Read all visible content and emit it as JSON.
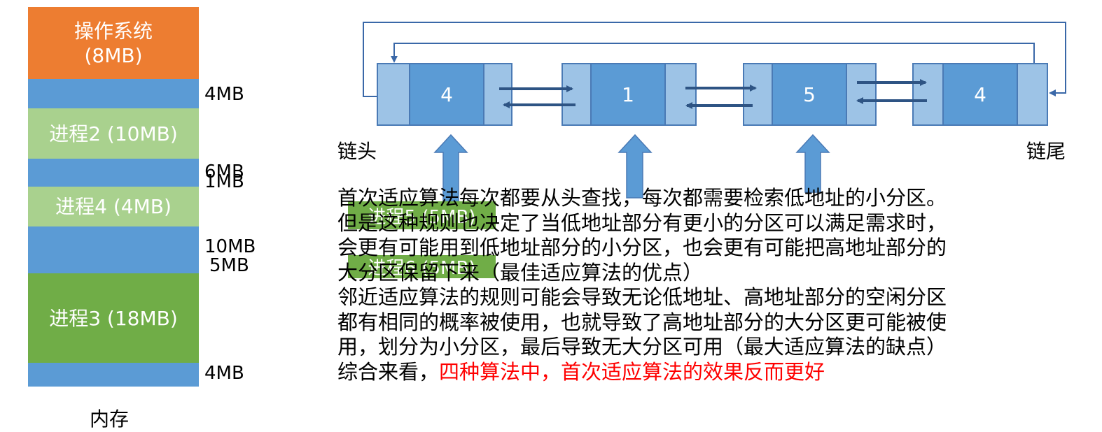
{
  "memory": {
    "os": "操作系统",
    "os_size": "(8MB)",
    "proc2": "进程2 (10MB)",
    "proc4": "进程4 (4MB)",
    "proc3": "进程3 (18MB)",
    "size_4mb_a": "4MB",
    "size_6mb": "6MB",
    "size_1mb": "1MB",
    "size_10mb": "10MB",
    "size_5mb": "5MB",
    "size_4mb_b": "4MB",
    "caption": "内存"
  },
  "list": {
    "nodes": [
      "4",
      "1",
      "5",
      "4"
    ],
    "head_label": "链头",
    "tail_label": "链尾"
  },
  "pending": {
    "proc5": "进程5 (5MB)",
    "proc6": "进程6 (5MB)"
  },
  "text": {
    "line1": "首次适应算法每次都要从头查找，每次都需要检索低地址的小分区。",
    "line2": "但是这种规则也决定了当低地址部分有更小的分区可以满足需求时，",
    "line3": "会更有可能用到低地址部分的小分区，也会更有可能把高地址部分的",
    "line4": "大分区保留下来（最佳适应算法的优点）",
    "line5": "邻近适应算法的规则可能会导致无论低地址、高地址部分的空闲分区",
    "line6": "都有相同的概率被使用，也就导致了高地址部分的大分区更可能被使",
    "line7": "用，划分为小分区，最后导致无大分区可用（最大适应算法的缺点）",
    "line8_black": "综合来看，",
    "line8_red": "四种算法中，首次适应算法的效果反而更好"
  },
  "colors": {
    "os": "#ed7d31",
    "free": "#5b9bd5",
    "proc_light": "#a9d18e",
    "proc_dark": "#70ad47",
    "node_dark": "#5b9bd5",
    "node_light": "#9dc3e6",
    "highlight": "#ff0000"
  }
}
